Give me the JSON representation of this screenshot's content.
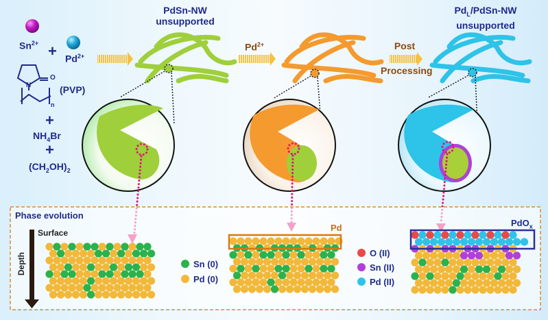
{
  "reactants": {
    "sn_ion": {
      "base": "Sn",
      "sup": "2+"
    },
    "pd_ion": {
      "base": "Pd",
      "sup": "2+"
    },
    "plus": "+",
    "pvp_label": "(PVP)",
    "pvp_subscript": "n",
    "pvp_atoms": {
      "oxygen": "O",
      "nitrogen": "N"
    },
    "nh4br": {
      "a": "NH",
      "sub": "4",
      "b": "Br"
    },
    "ethylene_glycol": {
      "a": "(CH",
      "sub1": "2",
      "b": "OH)",
      "sub2": "2"
    }
  },
  "stages": [
    {
      "title_line1": "PdSn-NW",
      "title_line2": "unsupported",
      "color": "#9fcf3a"
    },
    {
      "color": "#f59a2e"
    },
    {
      "title_line1_base": "Pd",
      "title_line1_sub": "L",
      "title_line1_rest": "/PdSn-NW",
      "title_line2": "unsupported",
      "color": "#2ec3e8"
    }
  ],
  "arrows": {
    "step1_label": "",
    "step2_label": {
      "base": "Pd",
      "sup": "2+"
    },
    "step3_label_line1": "Post",
    "step3_label_line2": "Processing"
  },
  "phase_box": {
    "title": "Phase evolution",
    "surface_label": "Surface",
    "depth_label": "Depth",
    "pd_shell_label": "Pd",
    "pdox_label": {
      "base": "PdO",
      "sub": "x"
    },
    "legend_metal": [
      {
        "label": "Sn (0)",
        "color": "#2bb24c"
      },
      {
        "label": "Pd (0)",
        "color": "#f2b83a"
      }
    ],
    "legend_oxide": [
      {
        "label": "O (II)",
        "color": "#e84a4a"
      },
      {
        "label": "Sn (II)",
        "color": "#b040d8"
      },
      {
        "label": "Pd (II)",
        "color": "#2ec3e8"
      }
    ]
  },
  "colors": {
    "navy": "#1f2a8c",
    "brown": "#8a4a10",
    "arrow": "#f5c242",
    "dotted_pink": "#e0157a",
    "box_dash": "#e08a2a",
    "pd_box": "#d47a10",
    "pdox_box": "#2a2f9a"
  }
}
